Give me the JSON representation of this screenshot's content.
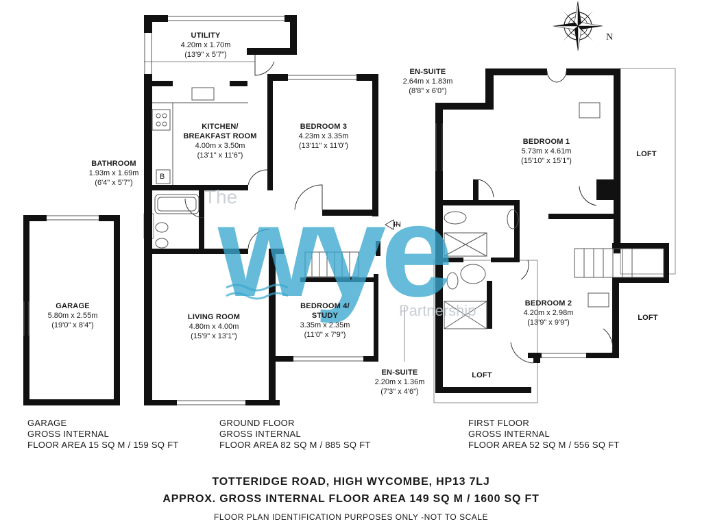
{
  "property": {
    "address": "TOTTERIDGE ROAD, HIGH WYCOMBE, HP13 7LJ",
    "total_area": "APPROX. GROSS INTERNAL FLOOR AREA 149 SQ M / 1600 SQ FT",
    "disclaimer": "FLOOR PLAN IDENTIFICATION PURPOSES ONLY -NOT TO SCALE"
  },
  "branding": {
    "prefix": "The",
    "name": "wye",
    "suffix": "Partnership",
    "color": "#3aa8cf"
  },
  "compass": {
    "label": "N"
  },
  "markers": {
    "entrance": "IN",
    "boiler": "B"
  },
  "rooms": {
    "utility": {
      "name": "UTILITY",
      "metric": "4.20m x 1.70m",
      "imperial": "(13'9\" x 5'7\")"
    },
    "kitchen": {
      "name": "KITCHEN/\nBREAKFAST ROOM",
      "metric": "4.00m x 3.50m",
      "imperial": "(13'1\" x 11'6\")"
    },
    "bedroom3": {
      "name": "BEDROOM 3",
      "metric": "4.23m x 3.35m",
      "imperial": "(13'11\" x 11'0\")"
    },
    "bathroom": {
      "name": "BATHROOM",
      "metric": "1.93m x 1.69m",
      "imperial": "(6'4\" x 5'7\")"
    },
    "living": {
      "name": "LIVING ROOM",
      "metric": "4.80m x 4.00m",
      "imperial": "(15'9\" x 13'1\")"
    },
    "bedroom4": {
      "name": "BEDROOM 4/\nSTUDY",
      "metric": "3.35m x 2.35m",
      "imperial": "(11'0\" x 7'9\")"
    },
    "ensuite_ground": {
      "name": "EN-SUITE",
      "metric": "2.20m x 1.36m",
      "imperial": "(7'3\" x 4'6\")"
    },
    "garage": {
      "name": "GARAGE",
      "metric": "5.80m x 2.55m",
      "imperial": "(19'0\" x 8'4\")"
    },
    "ensuite_first": {
      "name": "EN-SUITE",
      "metric": "2.64m x 1.83m",
      "imperial": "(8'8\" x 6'0\")"
    },
    "bedroom1": {
      "name": "BEDROOM 1",
      "metric": "5.73m x 4.61m",
      "imperial": "(15'10\" x 15'1\")"
    },
    "bedroom2": {
      "name": "BEDROOM 2",
      "metric": "4.20m x 2.98m",
      "imperial": "(13'9\" x 9'9\")"
    },
    "loft_right_top": {
      "name": "LOFT"
    },
    "loft_right_bottom": {
      "name": "LOFT"
    },
    "loft_bottom": {
      "name": "LOFT"
    }
  },
  "areas": {
    "garage": {
      "line1": "GARAGE",
      "line2": "GROSS INTERNAL",
      "line3": "FLOOR AREA 15 SQ M / 159 SQ FT"
    },
    "ground": {
      "line1": "GROUND FLOOR",
      "line2": "GROSS INTERNAL",
      "line3": "FLOOR AREA 82 SQ M / 885 SQ FT"
    },
    "first": {
      "line1": "FIRST FLOOR",
      "line2": "GROSS INTERNAL",
      "line3": "FLOOR AREA 52 SQ M / 556 SQ FT"
    }
  }
}
